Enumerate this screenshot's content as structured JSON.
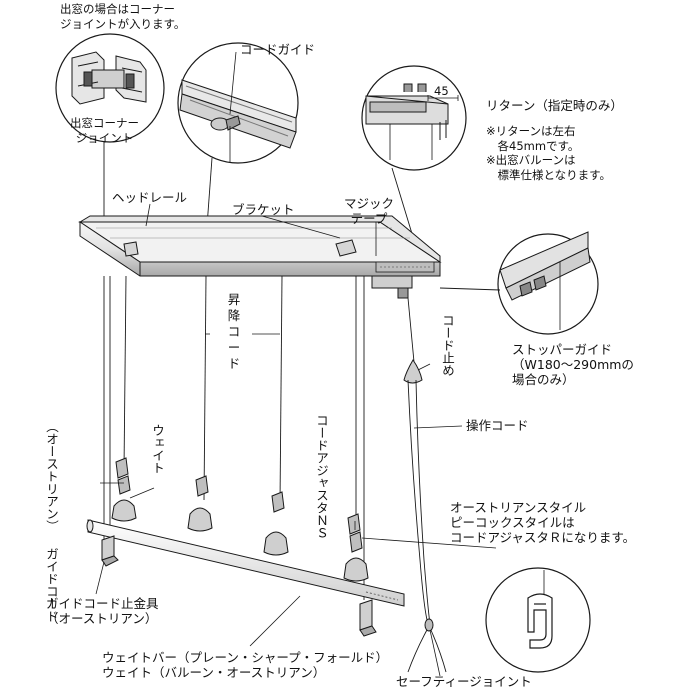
{
  "labels": {
    "corner_note": [
      "出窓の場合はコーナー",
      "ジョイントが入ります。"
    ],
    "corner_joint": [
      "出窓コーナー",
      "ジョイント"
    ],
    "cord_guide": "コードガイド",
    "return_title": "リターン（指定時のみ）",
    "return_dim": "45",
    "return_notes": [
      "※リターンは左右",
      "　各45mmです。",
      "※出窓バルーンは",
      "　標準仕様となります。"
    ],
    "head_rail": "ヘッドレール",
    "bracket": "ブラケット",
    "magic_tape": [
      "マジック",
      "テープ"
    ],
    "lift_cord": [
      "昇",
      "降",
      "コ",
      "ー",
      "ド"
    ],
    "cord_stop": "コード止め",
    "stopper_guide": [
      "ストッパーガイド",
      "（W180～290mmの",
      "場合のみ）"
    ],
    "guide_cord": [
      "ガイドコード",
      "（オーストリアン）"
    ],
    "weight": "ウェイト",
    "operation_cord": "操作コード",
    "cord_adjuster": "コードアジャスタＮＳ",
    "austrian_note": [
      "オーストリアンスタイル",
      "ピーコックスタイルは",
      "コードアジャスタＲになります。"
    ],
    "guide_stopper": [
      "ガイドコード止金具",
      "（オーストリアン）"
    ],
    "weight_bar": [
      "ウェイトバー（プレーン・シャープ・フォールド）",
      "ウェイト（バルーン・オーストリアン）"
    ],
    "safety_joint": "セーフティージョイント"
  },
  "colors": {
    "line": "#1a1a1a",
    "rail_light": "#f4f4f4",
    "rail_mid": "#d8d8d8",
    "rail_dark": "#9a9a9a"
  }
}
